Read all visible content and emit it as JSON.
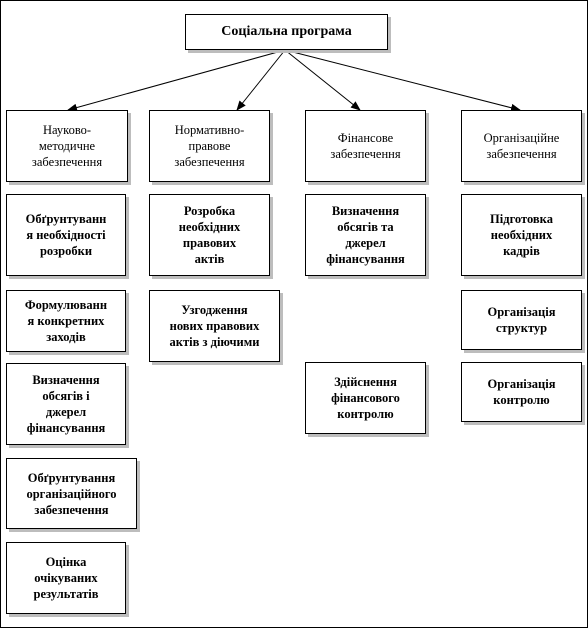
{
  "root": "Соціальна програма",
  "headers": [
    "Науково-\nметодичне\nзабезпечення",
    "Нормативно-\nправове\nзабезпечення",
    "Фінансове\nзабезпечення",
    "Організаційне\nзабезпечення"
  ],
  "col1": [
    "Обґрунтуванн\nя необхідності\nрозробки",
    "Формулюванн\nя конкретних\nзаходів",
    "Визначення\nобсягів і\nджерел\nфінансування",
    "Обґрунтування\nорганізаційного\nзабезпечення",
    "Оцінка\nочікуваних\nрезультатів"
  ],
  "col2": [
    "Розробка\nнеобхідних\nправових\nактів",
    "Узгодження\nнових правових\nактів з діючими"
  ],
  "col3": [
    "Визначення\nобсягів та\nджерел\nфінансування",
    "Здійснення\nфінансового\nконтролю"
  ],
  "col4": [
    "Підготовка\nнеобхідних\nкадрів",
    "Організація\nструктур",
    "Організація\nконтролю"
  ]
}
